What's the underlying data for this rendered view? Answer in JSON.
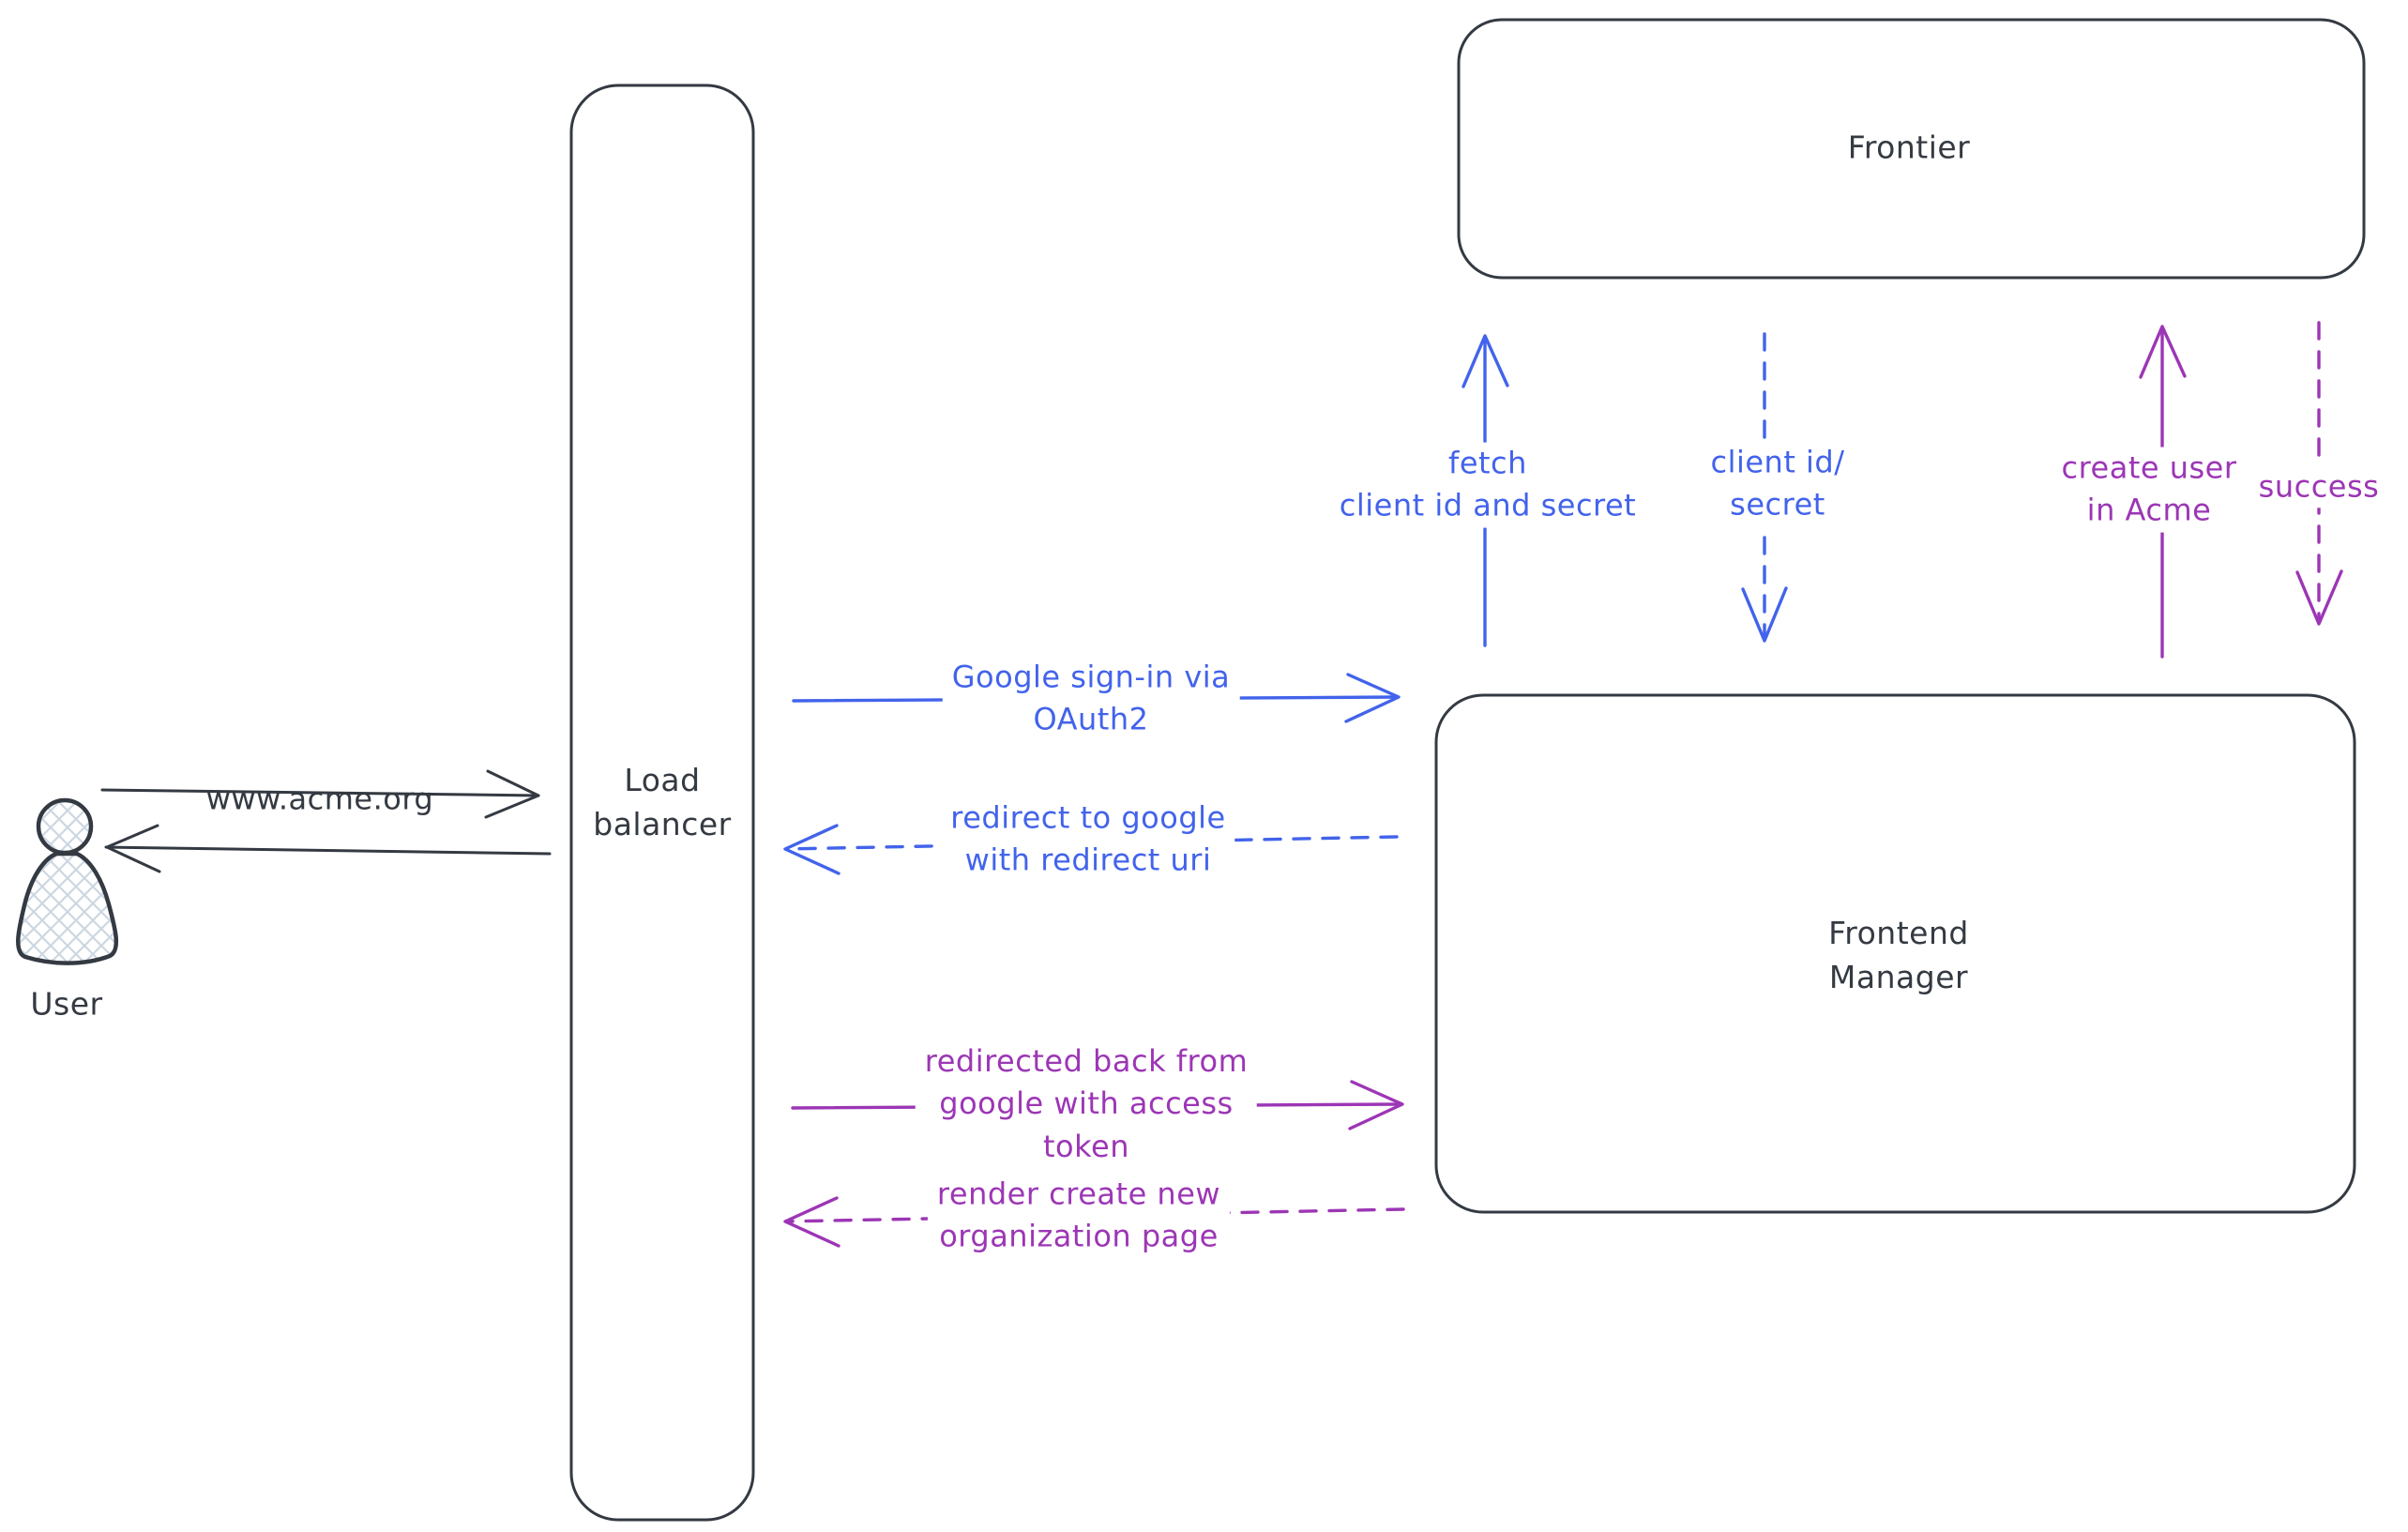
{
  "colors": {
    "ink": "#343a42",
    "blue": "#4263eb",
    "purple": "#9c36b5",
    "hatch": "#ccd7e2",
    "background": "#ffffff"
  },
  "nodes": {
    "user": {
      "label": "User"
    },
    "load_balancer": {
      "label": "Load\nbalancer"
    },
    "frontier": {
      "label": "Frontier"
    },
    "frontend_manager": {
      "label": "Frontend\nManager"
    }
  },
  "edges": {
    "www_acme": {
      "label": "www.acme.org",
      "from": "user",
      "to": "load_balancer",
      "style": "solid",
      "color": "ink"
    },
    "response_to_user": {
      "label": "",
      "from": "load_balancer",
      "to": "user",
      "style": "solid",
      "color": "ink"
    },
    "google_signin": {
      "label": "Google sign-in via\nOAuth2",
      "from": "load_balancer",
      "to": "frontend_manager",
      "style": "solid",
      "color": "blue"
    },
    "redirect_google": {
      "label": "redirect to google\nwith redirect uri",
      "from": "frontend_manager",
      "to": "load_balancer",
      "style": "dashed",
      "color": "blue"
    },
    "fetch_credentials": {
      "label": "fetch\nclient id and secret",
      "from": "frontend_manager",
      "to": "frontier",
      "style": "solid",
      "color": "blue"
    },
    "client_id_secret": {
      "label": "client id/\nsecret",
      "from": "frontier",
      "to": "frontend_manager",
      "style": "dashed",
      "color": "blue"
    },
    "create_user": {
      "label": "create user\nin Acme",
      "from": "frontend_manager",
      "to": "frontier",
      "style": "solid",
      "color": "purple"
    },
    "success": {
      "label": "success",
      "from": "frontier",
      "to": "frontend_manager",
      "style": "dashed",
      "color": "purple"
    },
    "redirected_back": {
      "label": "redirected back from\ngoogle with access\ntoken",
      "from": "load_balancer",
      "to": "frontend_manager",
      "style": "solid",
      "color": "purple"
    },
    "render_org_page": {
      "label": "render create new\norganization page",
      "from": "frontend_manager",
      "to": "load_balancer",
      "style": "dashed",
      "color": "purple"
    }
  }
}
